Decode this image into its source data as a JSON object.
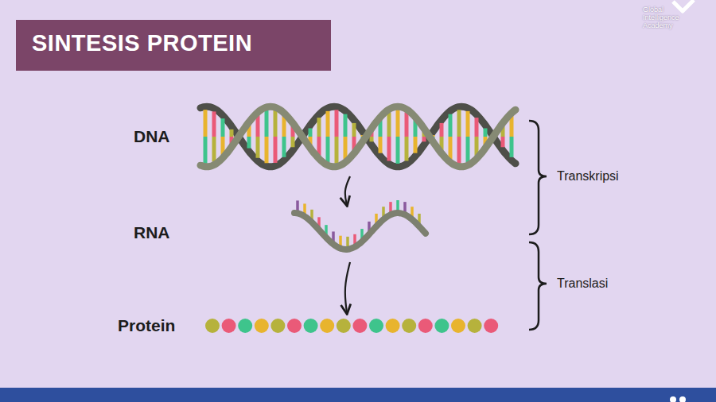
{
  "diagram": {
    "title": "SINTESIS PROTEIN",
    "nodes": [
      {
        "text": [
          "DNA"
        ]
      },
      {
        "text": [
          "RNA"
        ]
      },
      {
        "text": [
          "Protein"
        ]
      }
    ],
    "edges": [
      {
        "from": 0,
        "to": 1,
        "arrow": "to"
      },
      {
        "from": 1,
        "to": 2,
        "arrow": "to"
      }
    ],
    "labels": [
      "Transkripsi",
      "Translasi",
      "Global Intelligence Academy"
    ]
  }
}
